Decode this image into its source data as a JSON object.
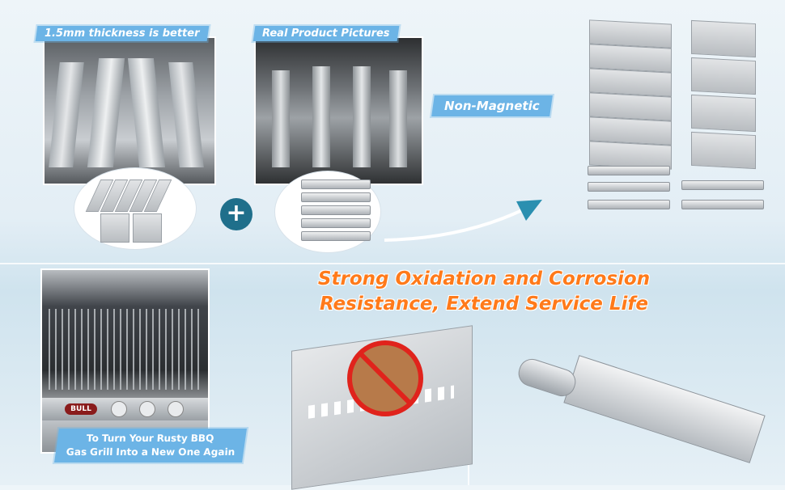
{
  "labels": {
    "thickness": "1.5mm thickness is better",
    "real_pictures": "Real Product Pictures",
    "non_magnetic": "Non-Magnetic",
    "headline_line1": "Strong Oxidation and Corrosion",
    "headline_line2": "Resistance, Extend Service Life",
    "caption_line1": "To Turn Your Rusty BBQ",
    "caption_line2": "Gas Grill Into a New One Again",
    "grill_brand": "BULL",
    "plus_symbol": "+"
  },
  "colors": {
    "accent_blue": "#6cb4e6",
    "headline_orange": "#ff7a1a",
    "plus_circle": "#1f6f8b",
    "arrow": "#2a8fb0"
  },
  "icons": [
    "plus-icon",
    "arrow-icon",
    "no-rust-icon"
  ]
}
